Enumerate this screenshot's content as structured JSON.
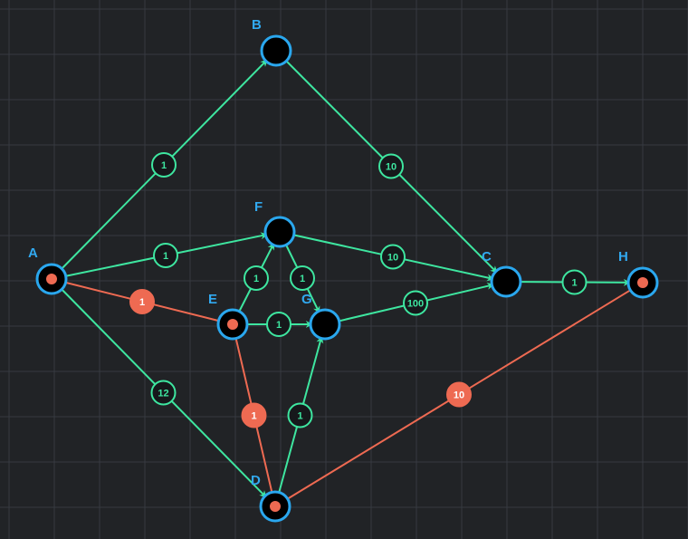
{
  "colors": {
    "background": "#212326",
    "grid": "#363a40",
    "edge": "#3ee6a0",
    "path": "#ee6a52",
    "node_stroke": "#2aa7ee",
    "node_fill": "#000000",
    "label": "#31a9f0",
    "weight_bg": "#16181b"
  },
  "nodes": [
    {
      "id": "A",
      "label": "A",
      "on_path": true
    },
    {
      "id": "B",
      "label": "B",
      "on_path": false
    },
    {
      "id": "F",
      "label": "F",
      "on_path": false
    },
    {
      "id": "C",
      "label": "C",
      "on_path": false
    },
    {
      "id": "H",
      "label": "H",
      "on_path": true
    },
    {
      "id": "E",
      "label": "E",
      "on_path": true
    },
    {
      "id": "G",
      "label": "G",
      "on_path": false
    },
    {
      "id": "D",
      "label": "D",
      "on_path": true
    }
  ],
  "edges": [
    {
      "from": "A",
      "to": "B",
      "weight": "1",
      "on_path": false
    },
    {
      "from": "B",
      "to": "C",
      "weight": "10",
      "on_path": false
    },
    {
      "from": "A",
      "to": "F",
      "weight": "1",
      "on_path": false
    },
    {
      "from": "F",
      "to": "C",
      "weight": "10",
      "on_path": false
    },
    {
      "from": "C",
      "to": "H",
      "weight": "1",
      "on_path": false
    },
    {
      "from": "E",
      "to": "F",
      "weight": "1",
      "on_path": false
    },
    {
      "from": "F",
      "to": "G",
      "weight": "1",
      "on_path": false
    },
    {
      "from": "E",
      "to": "G",
      "weight": "1",
      "on_path": false
    },
    {
      "from": "G",
      "to": "C",
      "weight": "100",
      "on_path": false
    },
    {
      "from": "A",
      "to": "D",
      "weight": "12",
      "on_path": false
    },
    {
      "from": "D",
      "to": "G",
      "weight": "1",
      "on_path": false
    },
    {
      "from": "A",
      "to": "E",
      "weight": "1",
      "on_path": true
    },
    {
      "from": "E",
      "to": "D",
      "weight": "1",
      "on_path": true
    },
    {
      "from": "D",
      "to": "H",
      "weight": "10",
      "on_path": true
    }
  ]
}
